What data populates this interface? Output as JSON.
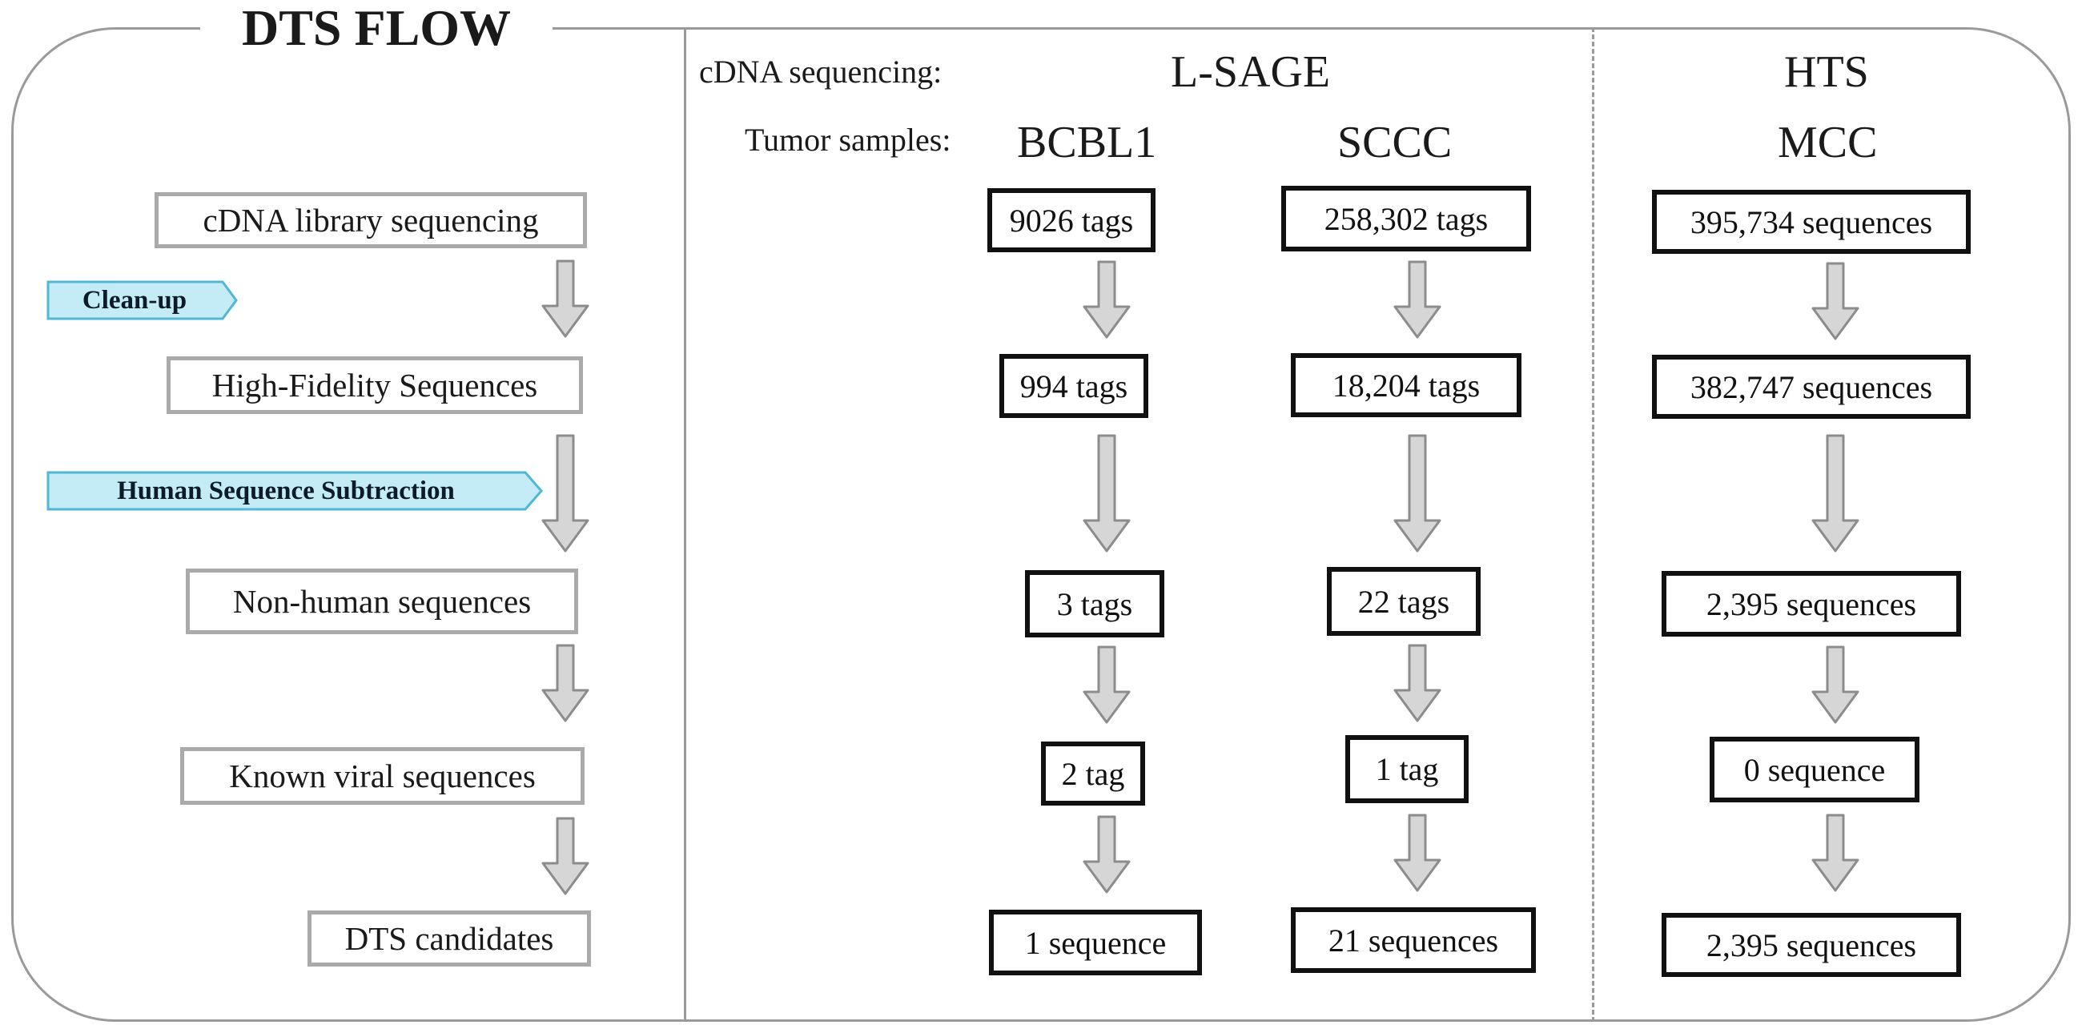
{
  "title": "DTS FLOW",
  "labels": {
    "cdna_sequencing": "cDNA sequencing:",
    "tumor_samples": "Tumor samples:"
  },
  "methods": {
    "lsage": "L-SAGE",
    "hts": "HTS"
  },
  "samples": {
    "bcbl1": "BCBL1",
    "sccc": "SCCC",
    "mcc": "MCC"
  },
  "steps": [
    "cDNA library sequencing",
    "High-Fidelity Sequences",
    "Non-human sequences",
    "Known viral sequences",
    "DTS candidates"
  ],
  "tags": {
    "clean_up": "Clean-up",
    "human_subtraction": "Human Sequence Subtraction"
  },
  "columns": {
    "bcbl1": [
      "9026 tags",
      "994 tags",
      "3 tags",
      "2 tag",
      "1 sequence"
    ],
    "sccc": [
      "258,302 tags",
      "18,204 tags",
      "22 tags",
      "1 tag",
      "21 sequences"
    ],
    "mcc": [
      "395,734 sequences",
      "382,747 sequences",
      "2,395 sequences",
      "0 sequence",
      "2,395 sequences"
    ]
  },
  "colors": {
    "tag_fill": "#c4ecf7",
    "tag_stroke": "#52b6d6",
    "arrow_fill": "#d6d6d6",
    "arrow_stroke": "#8c8c8c",
    "step_border": "#aaaaaa",
    "value_border": "#111111"
  }
}
